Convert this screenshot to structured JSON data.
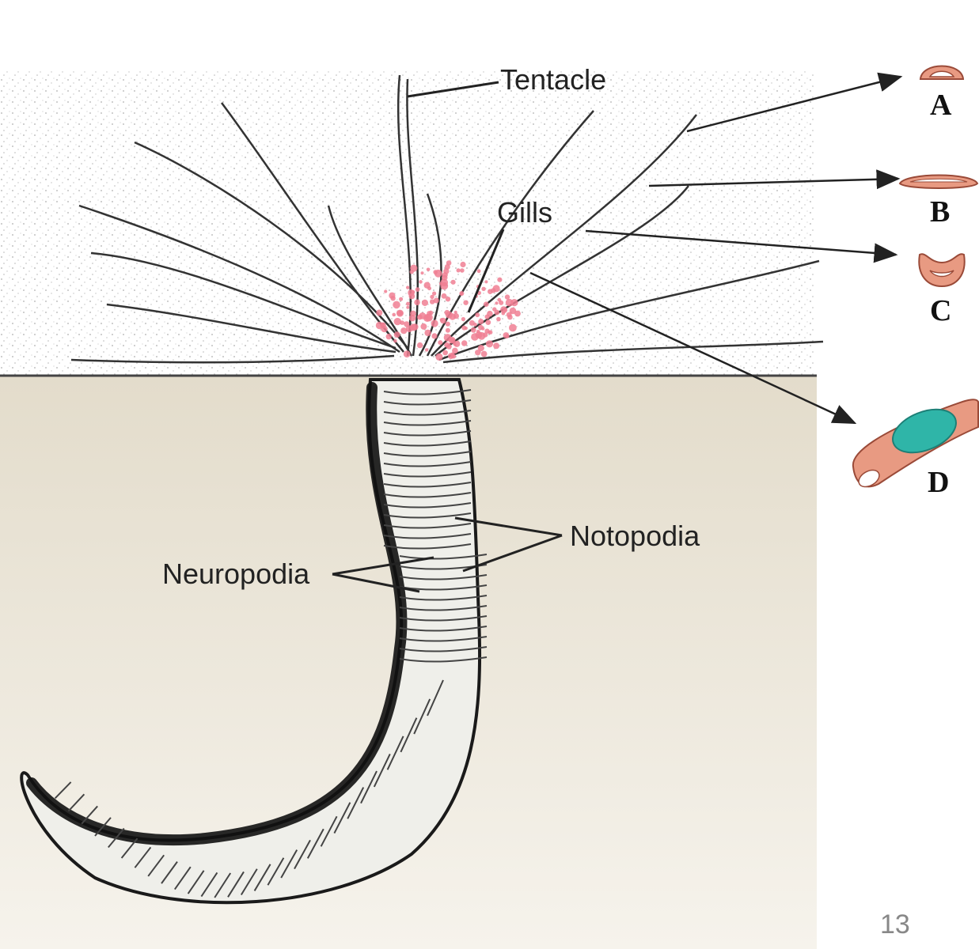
{
  "labels": {
    "tentacle": "Tentacle",
    "gills": "Gills",
    "notopodia": "Notopodia",
    "neuropodia": "Neuropodia"
  },
  "cross_sections": [
    {
      "letter": "A"
    },
    {
      "letter": "B"
    },
    {
      "letter": "C"
    },
    {
      "letter": "D"
    }
  ],
  "page_number": "13",
  "colors": {
    "sediment_top": "#e3dccb",
    "sediment_bottom": "#f6f3ec",
    "gills": "#f07f93",
    "section_fill": "#e89a82",
    "section_edge": "#9a4a38",
    "food_bolus": "#2fb5a8",
    "ink": "#222222"
  }
}
